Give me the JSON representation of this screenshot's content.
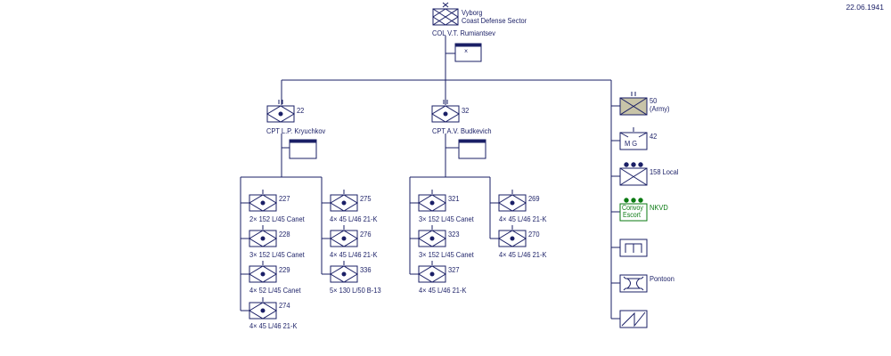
{
  "date": "22.06.1941",
  "hq": {
    "name_line1": "Vyborg",
    "name_line2": "Coast Defense Sector",
    "commander": "COL  V.T. Rumiantsev",
    "hq_symbol": "×"
  },
  "left_group": {
    "number": "22",
    "commander": "CPT  L.P. Kryuchkov",
    "batteries": [
      {
        "number": "227",
        "armament": "2× 152 L/45 Canet"
      },
      {
        "number": "228",
        "armament": "3× 152 L/45 Canet"
      },
      {
        "number": "229",
        "armament": "4× 52 L/45 Canet"
      },
      {
        "number": "274",
        "armament": "4× 45 L/46 21-K"
      },
      {
        "number": "275",
        "armament": "4× 45 L/46 21-K"
      },
      {
        "number": "276",
        "armament": "4× 45 L/46 21-K"
      },
      {
        "number": "336",
        "armament": "5× 130 L/50 B-13"
      }
    ]
  },
  "mid_group": {
    "number": "32",
    "commander": "CPT  A.V. Budkevich",
    "batteries": [
      {
        "number": "321",
        "armament": "3× 152 L/45 Canet"
      },
      {
        "number": "323",
        "armament": "3× 152 L/45 Canet"
      },
      {
        "number": "327",
        "armament": "4× 45 L/46 21-K"
      },
      {
        "number": "269",
        "armament": "4× 45 L/46 21-K"
      },
      {
        "number": "270",
        "armament": "4× 45 L/46 21-K"
      }
    ]
  },
  "right_units": [
    {
      "label": "50",
      "label2": "(Army)",
      "symbol": "infantry-army"
    },
    {
      "label": "42",
      "label2": "",
      "symbol": "machine-gun",
      "inner": "M G"
    },
    {
      "label": "158 Local",
      "label2": "",
      "symbol": "infantry-local"
    },
    {
      "label": "NKVD",
      "label2": "",
      "symbol": "nkvd-escort",
      "inner1": "Convoy",
      "inner2": "Escort"
    },
    {
      "label": "",
      "label2": "",
      "symbol": "engineer"
    },
    {
      "label": "Pontoon",
      "label2": "",
      "symbol": "pontoon"
    },
    {
      "label": "",
      "label2": "",
      "symbol": "signal"
    }
  ],
  "colors": {
    "line": "#1a1f66",
    "army_fill": "#c8c4a8",
    "nkvd": "#0a7a12"
  }
}
